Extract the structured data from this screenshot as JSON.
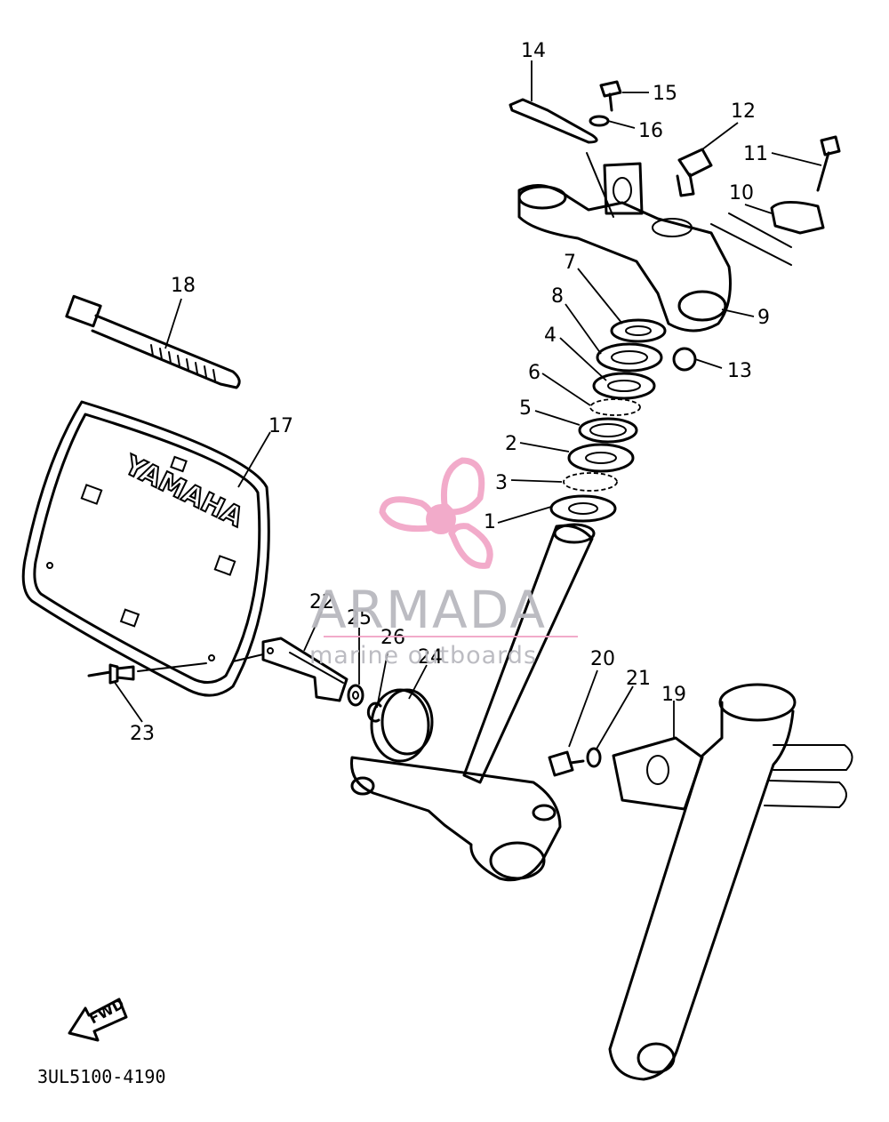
{
  "callouts": [
    {
      "id": "1",
      "label": "1"
    },
    {
      "id": "2",
      "label": "2"
    },
    {
      "id": "3",
      "label": "3"
    },
    {
      "id": "4",
      "label": "4"
    },
    {
      "id": "5",
      "label": "5"
    },
    {
      "id": "6",
      "label": "6"
    },
    {
      "id": "7",
      "label": "7"
    },
    {
      "id": "8",
      "label": "8"
    },
    {
      "id": "9",
      "label": "9"
    },
    {
      "id": "10",
      "label": "10"
    },
    {
      "id": "11",
      "label": "11"
    },
    {
      "id": "12",
      "label": "12"
    },
    {
      "id": "13",
      "label": "13"
    },
    {
      "id": "14",
      "label": "14"
    },
    {
      "id": "15",
      "label": "15"
    },
    {
      "id": "16",
      "label": "16"
    },
    {
      "id": "17",
      "label": "17"
    },
    {
      "id": "18",
      "label": "18"
    },
    {
      "id": "19",
      "label": "19"
    },
    {
      "id": "20",
      "label": "20"
    },
    {
      "id": "21",
      "label": "21"
    },
    {
      "id": "22",
      "label": "22"
    },
    {
      "id": "23",
      "label": "23"
    },
    {
      "id": "24",
      "label": "24"
    },
    {
      "id": "25",
      "label": "25"
    },
    {
      "id": "26",
      "label": "26"
    }
  ],
  "number_plate_text": "YAMAHA",
  "fwd_label": "FWD",
  "diagram_code": "3UL5100-4190",
  "watermark": {
    "brand": "ARMADA",
    "tagline": "marine outboards",
    "logo_color": "#f2a7c8",
    "text_color": "#b9b9bf",
    "line_color": "#f2a7c8"
  }
}
